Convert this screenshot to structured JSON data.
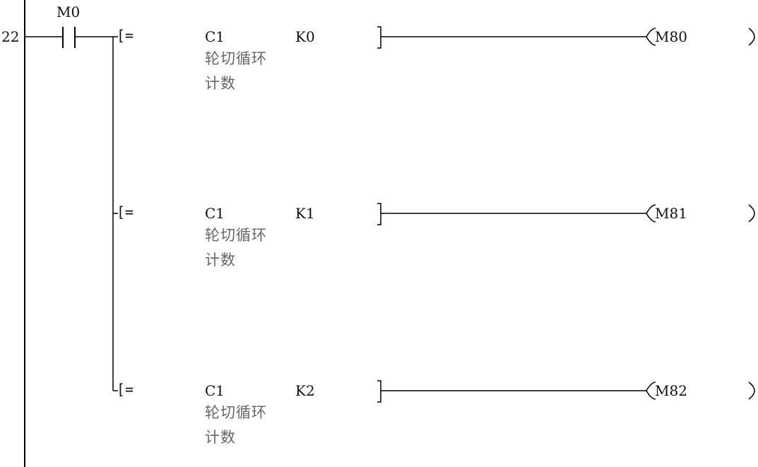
{
  "step_number": "22",
  "contact": {
    "label": "M0"
  },
  "rungs": [
    {
      "operator": "[=",
      "operand1": "C1",
      "operand2": "K0",
      "comment_line1": "轮切循环",
      "comment_line2": "计数",
      "coil": "M80"
    },
    {
      "operator": "[=",
      "operand1": "C1",
      "operand2": "K1",
      "comment_line1": "轮切循环",
      "comment_line2": "计数",
      "coil": "M81"
    },
    {
      "operator": "[=",
      "operand1": "C1",
      "operand2": "K2",
      "comment_line1": "轮切循环",
      "comment_line2": "计数",
      "coil": "M82"
    }
  ]
}
